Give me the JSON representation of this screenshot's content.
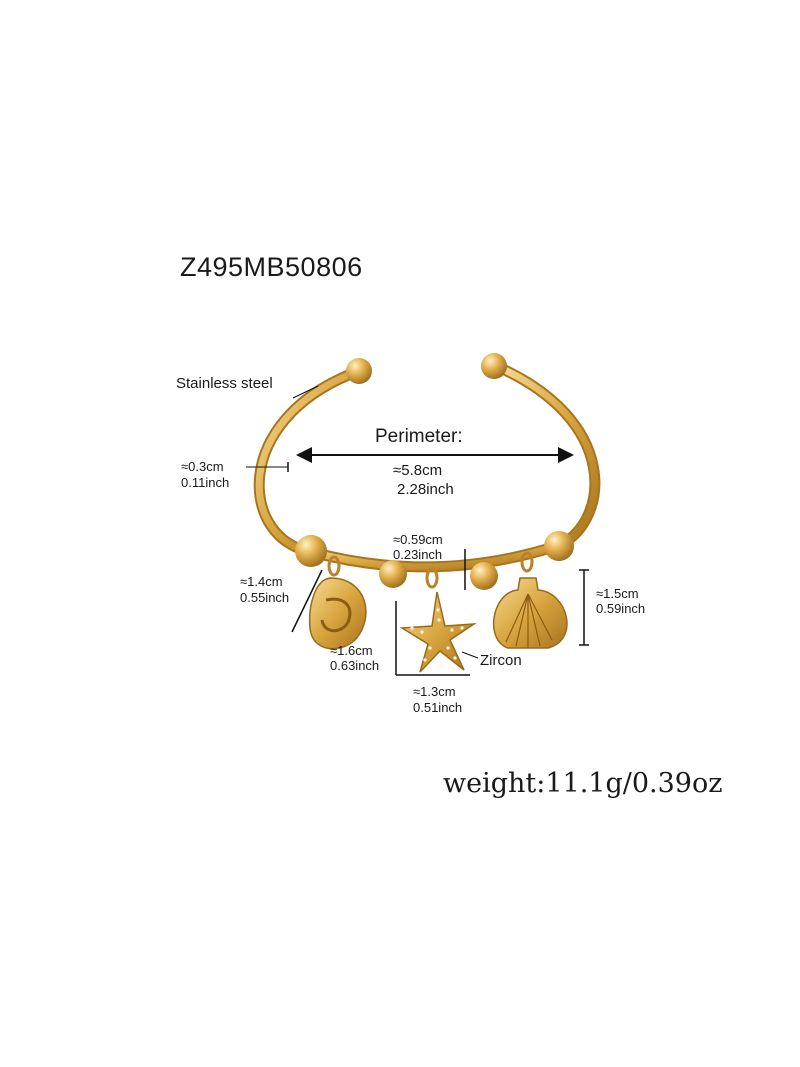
{
  "product": {
    "sku": "Z495MB50806",
    "material_label": "Stainless steel",
    "zircon_label": "Zircon",
    "weight": "weight:11.1g/0.39oz"
  },
  "dimensions": {
    "perimeter_label": "Perimeter:",
    "perimeter_cm": "≈5.8cm",
    "perimeter_inch": "2.28inch",
    "wire_cm": "≈0.3cm",
    "wire_inch": "0.11inch",
    "bead_gap_cm": "≈0.59cm",
    "bead_gap_inch": "0.23inch",
    "cowrie_cm": "≈1.4cm",
    "cowrie_inch": "0.55inch",
    "starfish_h_cm": "≈1.6cm",
    "starfish_h_inch": "0.63inch",
    "starfish_w_cm": "≈1.3cm",
    "starfish_w_inch": "0.51inch",
    "scallop_cm": "≈1.5cm",
    "scallop_inch": "0.59inch"
  },
  "colors": {
    "gold": "#d9a53f",
    "gold_light": "#f3d38a",
    "gold_dark": "#a8741e"
  }
}
